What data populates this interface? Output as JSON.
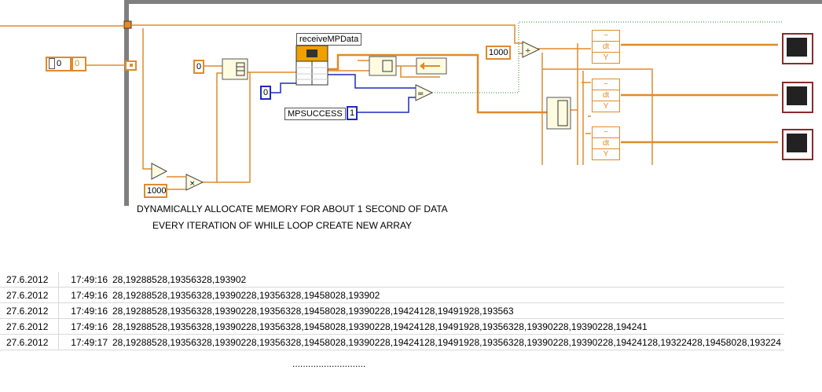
{
  "diagram": {
    "constants": {
      "loop_index_0": "0",
      "loop_index_ghost": "0",
      "init_zero": "0",
      "ms_1000": "1000",
      "bottom_1000": "1000",
      "blue_zero": "0",
      "blue_one": "1"
    },
    "labels": {
      "receive_node": "receiveMPData",
      "mp_success": "MPSUCCESS"
    },
    "dt_rows": [
      "dt",
      "Y"
    ],
    "captions": {
      "line1": "DYNAMICALLY ALLOCATE MEMORY FOR ABOUT 1 SECOND OF DATA",
      "line2": "EVERY ITERATION OF WHILE LOOP CREATE NEW ARRAY"
    },
    "colors": {
      "wire_orange": "#e08a2c",
      "wire_blue": "#1c2bbd",
      "loop_frame": "#808080",
      "graph_border": "#8a2b2b"
    }
  },
  "log": {
    "rows": [
      {
        "date": "27.6.2012",
        "time": "17:49:16",
        "values": "28,19288528,19356328,193902"
      },
      {
        "date": "27.6.2012",
        "time": "17:49:16",
        "values": "28,19288528,19356328,19390228,19356328,19458028,193902"
      },
      {
        "date": "27.6.2012",
        "time": "17:49:16",
        "values": "28,19288528,19356328,19390228,19356328,19458028,19390228,19424128,19491928,193563"
      },
      {
        "date": "27.6.2012",
        "time": "17:49:16",
        "values": "28,19288528,19356328,19390228,19356328,19458028,19390228,19424128,19491928,19356328,19390228,19390228,194241"
      },
      {
        "date": "27.6.2012",
        "time": "17:49:17",
        "values": "28,19288528,19356328,19390228,19356328,19458028,19390228,19424128,19491928,19356328,19390228,19390228,19424128,19322428,19458028,193224"
      }
    ],
    "ellipsis": "............................"
  }
}
